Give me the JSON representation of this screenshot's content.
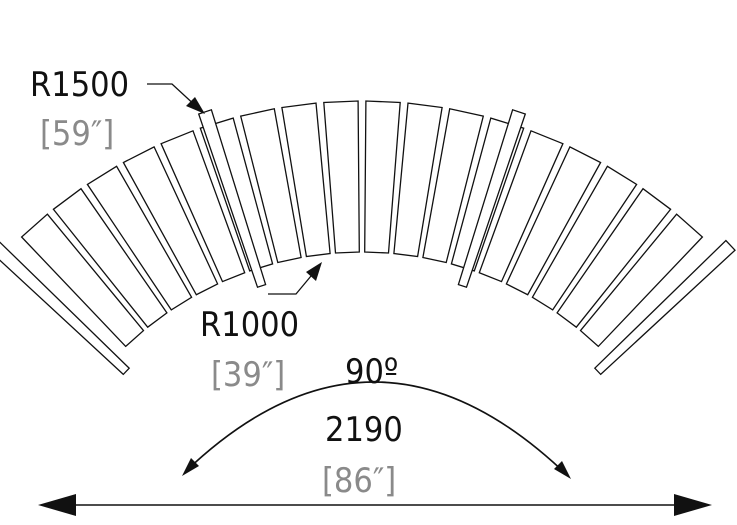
{
  "drawing": {
    "outer_radius": {
      "value": "R1500",
      "imperial": "[59″]"
    },
    "inner_radius": {
      "value": "R1000",
      "imperial": "[39″]"
    },
    "angle": "90º",
    "chord": {
      "value": "2190",
      "imperial": "[86″]"
    },
    "colors": {
      "line": "#111111",
      "imperial_text": "#8a8a8a",
      "background": "#ffffff"
    }
  }
}
